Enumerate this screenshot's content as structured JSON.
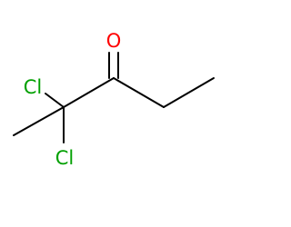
{
  "molecule": {
    "atoms": {
      "oxygen": {
        "symbol": "O",
        "color": "#ff0000"
      },
      "chlorine_upper": {
        "symbol": "Cl",
        "color": "#00a000"
      },
      "chlorine_lower": {
        "symbol": "Cl",
        "color": "#00a000"
      }
    },
    "bond_color": "#000000"
  }
}
